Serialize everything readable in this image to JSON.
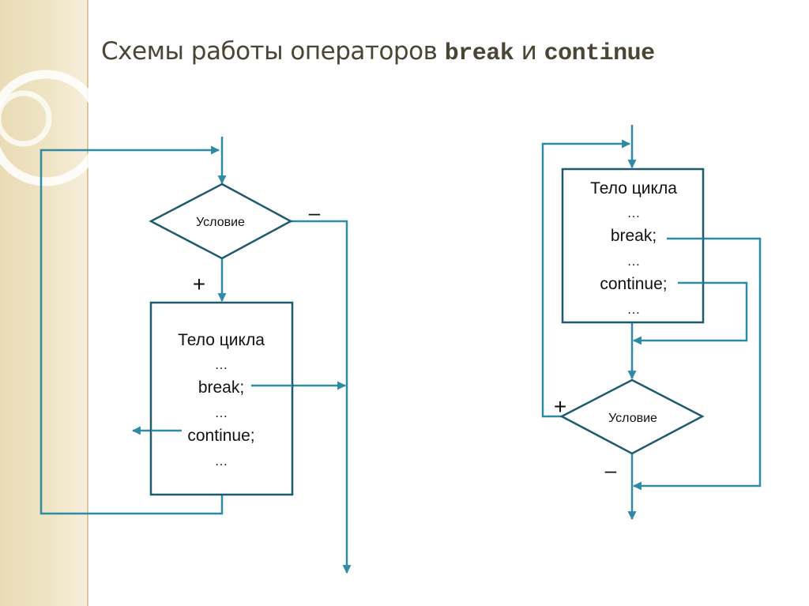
{
  "title": {
    "prefix": "Схемы работы операторов ",
    "kw_break": "break",
    "middle": " и ",
    "kw_continue": "continue"
  },
  "left": {
    "condition": "Условие",
    "minus": "–",
    "plus": "+",
    "body_lines": [
      "Тело цикла",
      "…",
      "break;",
      "…",
      "continue;",
      "…"
    ]
  },
  "right": {
    "condition": "Условие",
    "minus": "–",
    "plus": "+",
    "body_lines": [
      "Тело цикла",
      "…",
      "break;",
      "…",
      "continue;",
      "…"
    ]
  },
  "colors": {
    "line": "#2e8ba6",
    "shape_stroke": "#1f5b6e",
    "text": "#111111"
  }
}
